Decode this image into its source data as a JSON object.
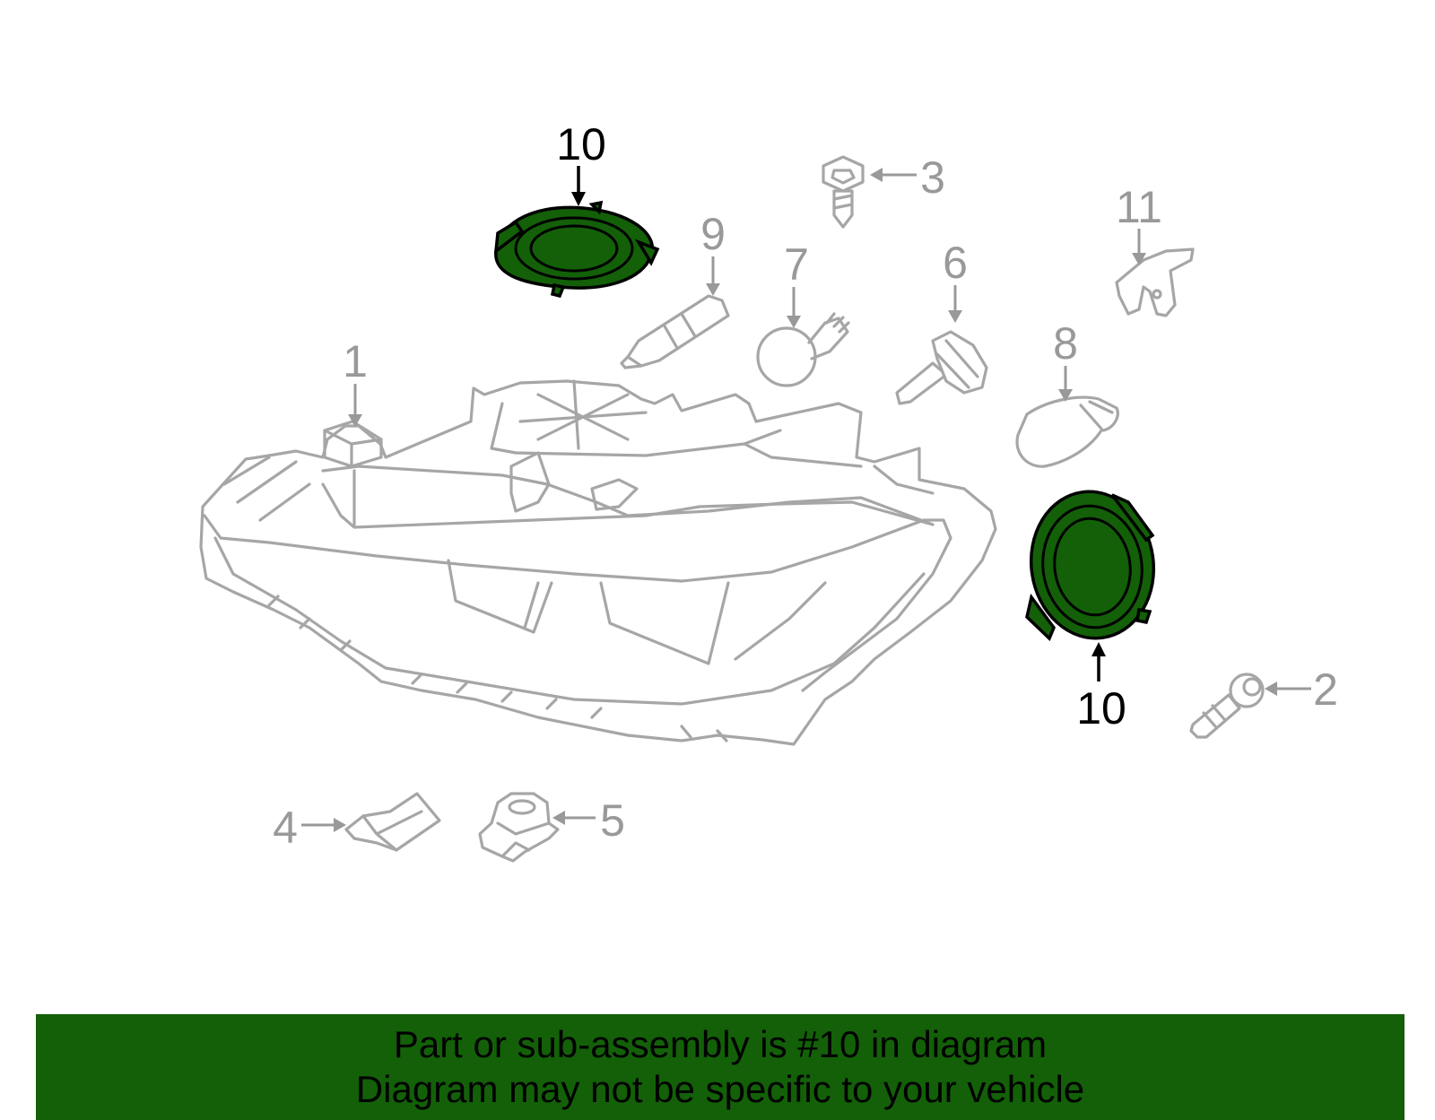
{
  "diagram": {
    "callouts": [
      {
        "id": "1",
        "text": "1",
        "highlighted": false
      },
      {
        "id": "2",
        "text": "2",
        "highlighted": false
      },
      {
        "id": "3",
        "text": "3",
        "highlighted": false
      },
      {
        "id": "4",
        "text": "4",
        "highlighted": false
      },
      {
        "id": "5",
        "text": "5",
        "highlighted": false
      },
      {
        "id": "6",
        "text": "6",
        "highlighted": false
      },
      {
        "id": "7",
        "text": "7",
        "highlighted": false
      },
      {
        "id": "8",
        "text": "8",
        "highlighted": false
      },
      {
        "id": "9",
        "text": "9",
        "highlighted": false
      },
      {
        "id": "10a",
        "text": "10",
        "highlighted": true
      },
      {
        "id": "10b",
        "text": "10",
        "highlighted": true
      },
      {
        "id": "11",
        "text": "11",
        "highlighted": false
      }
    ]
  },
  "banner": {
    "line1": "Part or sub-assembly is #10 in diagram",
    "line2": "Diagram may not be specific to your vehicle"
  },
  "colors": {
    "highlight": "#136008",
    "banner_background": "#136008",
    "ghost_stroke": "#a6a6a6",
    "label_grey": "#999999",
    "label_black": "#000000"
  }
}
